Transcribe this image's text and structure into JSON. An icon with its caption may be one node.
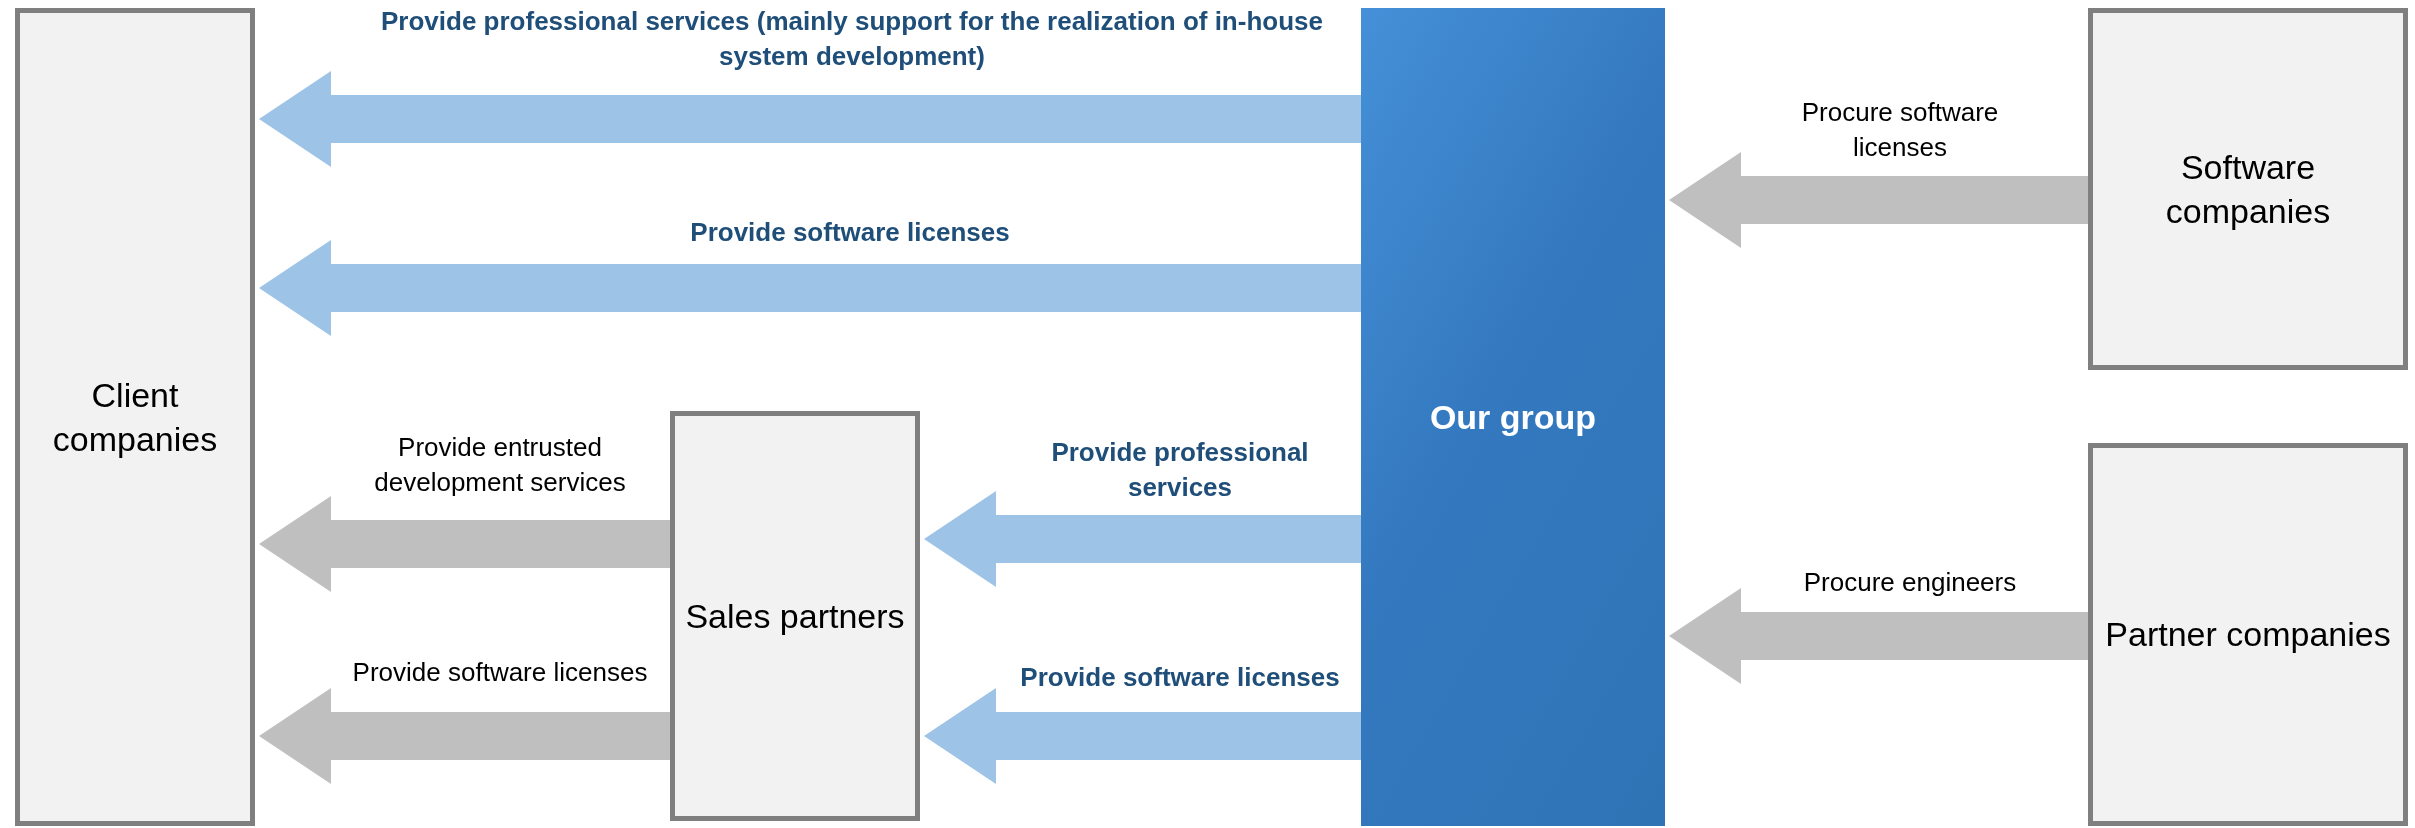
{
  "diagram": {
    "nodes": [
      {
        "text": [
          "Client companies"
        ]
      },
      {
        "text": [
          "Our group"
        ]
      },
      {
        "text": [
          "Software companies"
        ]
      },
      {
        "text": [
          "Partner companies"
        ]
      },
      {
        "text": [
          "Sales partners"
        ]
      }
    ],
    "edges": [
      {
        "from": 1,
        "to": 0,
        "arrow": "to",
        "label": "Provide professional services (mainly support for the realization of in-house system development)"
      },
      {
        "from": 1,
        "to": 0,
        "arrow": "to",
        "label": "Provide software licenses"
      },
      {
        "from": 4,
        "to": 0,
        "arrow": "to",
        "label": "Provide entrusted development services",
        "color": "#bfbfbf"
      },
      {
        "from": 4,
        "to": 0,
        "arrow": "to",
        "label": "Provide software licenses",
        "color": "#bfbfbf"
      },
      {
        "from": 1,
        "to": 4,
        "arrow": "to",
        "label": "Provide professional services"
      },
      {
        "from": 1,
        "to": 4,
        "arrow": "to",
        "label": "Provide software licenses"
      },
      {
        "from": 2,
        "to": 1,
        "arrow": "to",
        "label": "Procure software licenses",
        "color": "#bfbfbf"
      },
      {
        "from": 3,
        "to": 1,
        "arrow": "to",
        "label": "Procure engineers",
        "color": "#bfbfbf"
      }
    ]
  }
}
